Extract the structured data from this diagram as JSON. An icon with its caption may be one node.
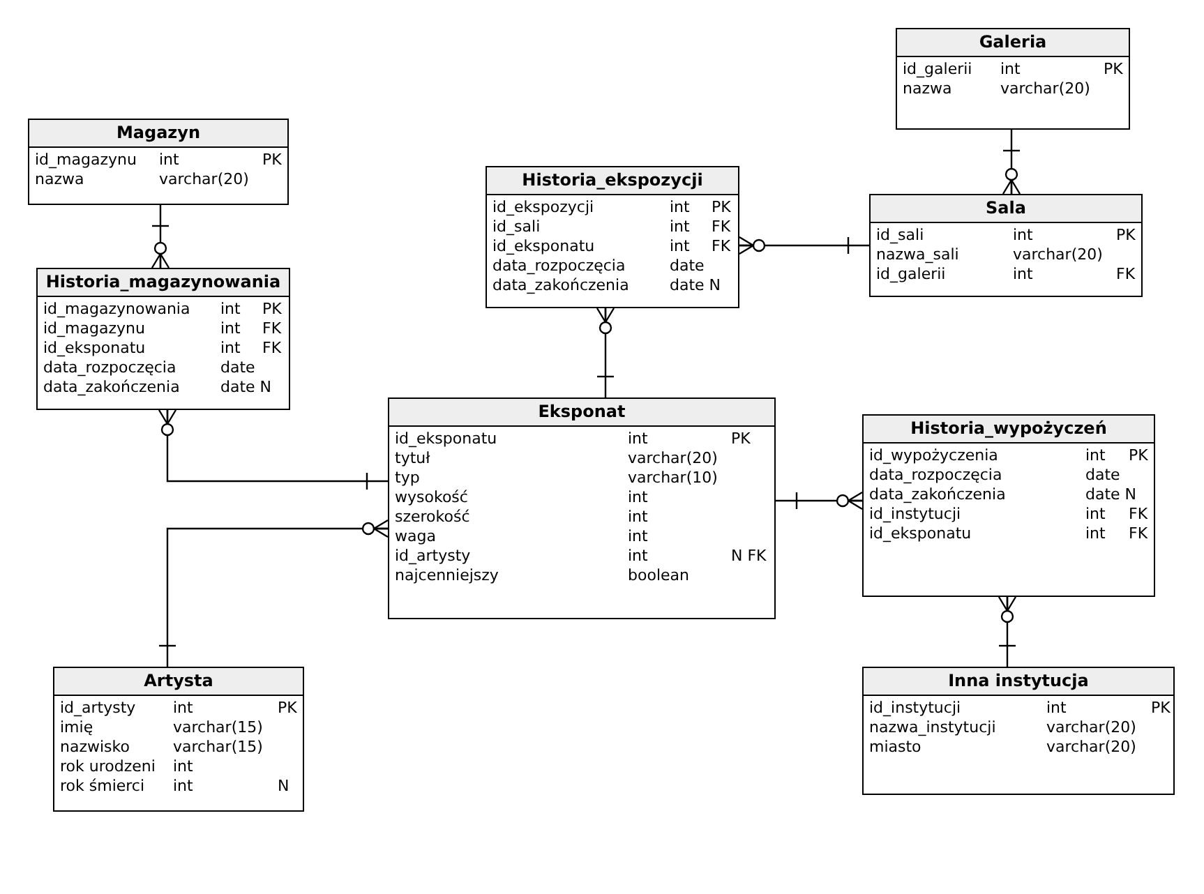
{
  "diagram": {
    "nodes": [
      {
        "text": [
          "Galeria",
          "id_galerii",
          "int",
          "PK",
          "nazwa",
          "varchar(20)"
        ]
      },
      {
        "text": [
          "Magazyn",
          "id_magazynu",
          "int",
          "PK",
          "nazwa",
          "varchar(20)"
        ]
      },
      {
        "text": [
          "Historia_ekspozycji",
          "id_ekspozycji",
          "int",
          "PK",
          "id_sali",
          "int",
          "FK",
          "id_eksponatu",
          "int",
          "FK",
          "data_rozpoczęcia",
          "date",
          "data_zakończenia",
          "date N"
        ]
      },
      {
        "text": [
          "Sala",
          "id_sali",
          "int",
          "PK",
          "nazwa_sali",
          "varchar(20)",
          "id_galerii",
          "int",
          "FK"
        ]
      },
      {
        "text": [
          "Historia_magazynowania",
          "id_magazynowania",
          "int",
          "PK",
          "id_magazynu",
          "int",
          "FK",
          "id_eksponatu",
          "int",
          "FK",
          "data_rozpoczęcia",
          "date",
          "data_zakończenia",
          "date N"
        ]
      },
      {
        "text": [
          "Eksponat",
          "id_eksponatu",
          "int",
          "PK",
          "tytuł",
          "varchar(20)",
          "typ",
          "varchar(10)",
          "wysokość",
          "int",
          "szerokość",
          "int",
          "waga",
          "int",
          "id_artysty",
          "int",
          "N FK",
          "najcenniejszy",
          "boolean"
        ]
      },
      {
        "text": [
          "Historia_wypożyczeń",
          "id_wypożyczenia",
          "int",
          "PK",
          "data_rozpoczęcia",
          "date",
          "data_zakończenia",
          "date N",
          "id_instytucji",
          "int",
          "FK",
          "id_eksponatu",
          "int",
          "FK"
        ]
      },
      {
        "text": [
          "Artysta",
          "id_artysty",
          "int",
          "PK",
          "imię",
          "varchar(15)",
          "nazwisko",
          "varchar(15)",
          "rok urodzeni",
          "int",
          "rok śmierci",
          "int",
          "N"
        ]
      },
      {
        "text": [
          "Inna instytucja",
          "id_instytucji",
          "int",
          "PK",
          "nazwa_instytucji",
          "varchar(20)",
          "miasto",
          "varchar(20)"
        ]
      }
    ],
    "edges": [
      {
        "from": 0,
        "to": 3,
        "arrow": "other"
      },
      {
        "from": 1,
        "to": 4,
        "arrow": "other"
      },
      {
        "from": 3,
        "to": 2,
        "arrow": "other"
      },
      {
        "from": 5,
        "to": 2,
        "arrow": "other"
      },
      {
        "from": 5,
        "to": 4,
        "arrow": "other"
      },
      {
        "from": 7,
        "to": 5,
        "arrow": "other"
      },
      {
        "from": 5,
        "to": 6,
        "arrow": "other"
      },
      {
        "from": 8,
        "to": 6,
        "arrow": "other"
      }
    ]
  }
}
